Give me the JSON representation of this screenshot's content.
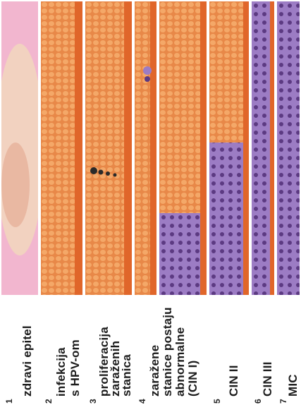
{
  "colors": {
    "tissue_base": "#e06a2c",
    "tissue_light": "#f0a066",
    "tissue_mid": "#e88848",
    "stroma": "#f2a072",
    "abnormal": "#9c7cc4",
    "abnormal_dark": "#5c3a82",
    "virus": "#2a2a2a",
    "skin": "#f2d2c0",
    "pink_bg": "#f0a8c6"
  },
  "panels": [
    {
      "number": "1",
      "caption": "zdravi epitel"
    },
    {
      "number": "2",
      "caption_lines": [
        "infekcija",
        "s HPV-om"
      ]
    },
    {
      "number": "3",
      "caption_lines": [
        "proliferacija",
        "zaraženih",
        "stanica"
      ]
    },
    {
      "number": "4",
      "caption_lines": [
        "zaražene",
        "stanice postaju",
        "abnormalne",
        "(CIN I)"
      ]
    },
    {
      "number": "5",
      "caption": "CIN II"
    },
    {
      "number": "6",
      "caption": "CIN III"
    },
    {
      "number": "7",
      "caption": "MIC"
    }
  ]
}
